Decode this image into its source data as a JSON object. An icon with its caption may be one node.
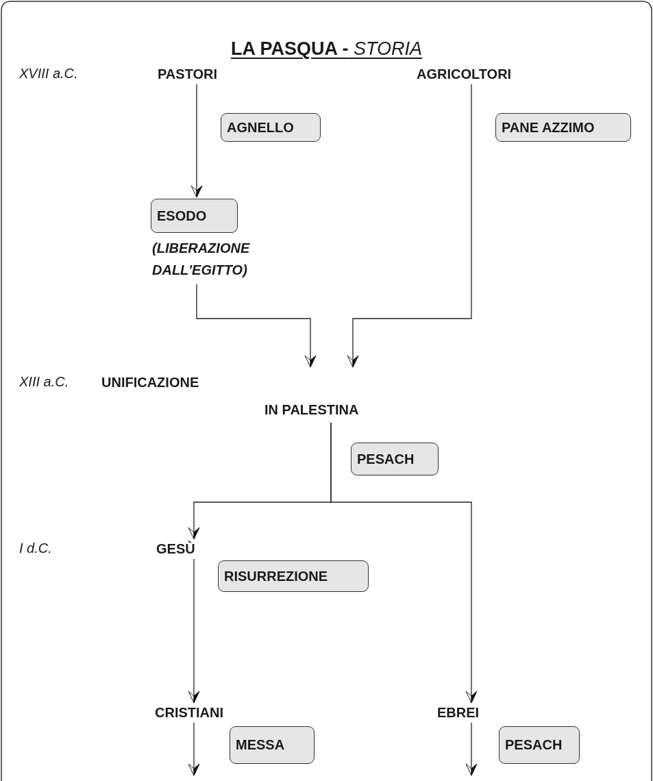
{
  "diagram": {
    "title": "**LA PASQUA -** *STORIA*",
    "nodes": [
      {
        "text": [
          "PASTORI"
        ]
      },
      {
        "text": [
          "AGNELLO"
        ]
      },
      {
        "text": [
          "AGRICOLTORI"
        ]
      },
      {
        "text": [
          "PANE AZZIMO"
        ]
      },
      {
        "text": [
          "ESODO",
          "(LIBERAZIONE DALL'EGITTO)"
        ]
      },
      {
        "text": [
          "UNIFICAZIONE",
          "IN PALESTINA"
        ]
      },
      {
        "text": [
          "PESACH"
        ]
      },
      {
        "text": [
          "GESÙ"
        ]
      },
      {
        "text": [
          "RISURREZIONE"
        ]
      },
      {
        "text": [
          "CRISTIANI"
        ]
      },
      {
        "text": [
          "MESSA"
        ]
      },
      {
        "text": [
          "EBREI"
        ]
      },
      {
        "text": [
          "PESACH"
        ]
      }
    ],
    "edges": [
      {
        "from": 0,
        "to": 4,
        "arrow": "to"
      },
      {
        "from": 4,
        "to": 5,
        "arrow": "to"
      },
      {
        "from": 2,
        "to": 5,
        "arrow": "to"
      },
      {
        "from": 5,
        "to": 7,
        "arrow": "to"
      },
      {
        "from": 5,
        "to": 11,
        "arrow": "to"
      },
      {
        "from": 7,
        "to": 9,
        "arrow": "to"
      },
      {
        "from": 9,
        "to": null,
        "arrow": "to"
      },
      {
        "from": 11,
        "to": null,
        "arrow": "to"
      }
    ],
    "labels": [
      "XVIII a.C.",
      "XIII a.C.",
      "I d.C."
    ]
  }
}
